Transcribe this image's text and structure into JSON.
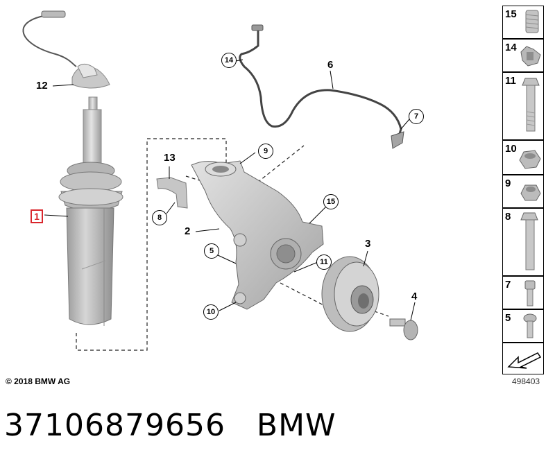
{
  "callouts": {
    "c1": "1",
    "c2": "2",
    "c3": "3",
    "c4": "4",
    "c5": "5",
    "c6": "6",
    "c7": "7",
    "c8": "8",
    "c9": "9",
    "c10": "10",
    "c11": "11",
    "c12": "12",
    "c13": "13",
    "c14": "14",
    "c15": "15"
  },
  "legend": [
    "15",
    "14",
    "11",
    "10",
    "9",
    "8",
    "7",
    "5"
  ],
  "copyright": "© 2018 BMW AG",
  "figure_id": "498403",
  "part_number": "37106879656",
  "brand": "BMW",
  "colors": {
    "highlight": "#d9262c",
    "part_fill": "#c8c8c8",
    "part_shade": "#9a9a9a"
  }
}
